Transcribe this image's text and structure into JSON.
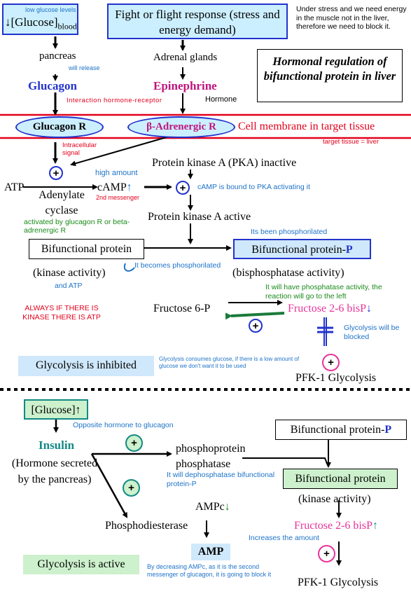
{
  "top": {
    "low_glucose_note": "low glucose levels",
    "glucose_blood": "↓[Glucose]",
    "glucose_sub": "blood",
    "fight_flight": "Fight or flight response (stress and energy demand)",
    "stress_note": "Under stress and we need energy in the muscle not in the liver, therefore we need to block it.",
    "title": "Hormonal regulation of bifunctional protein in liver",
    "pancreas": "pancreas",
    "will_release": "will release",
    "adrenal": "Adrenal glands",
    "glucagon": "Glucagon",
    "epinephrine": "Epinephrine",
    "hormone": "Hormone",
    "interaction": "Interaction hormone-receptor"
  },
  "membrane": {
    "glucagon_r": "Glucagon R",
    "beta_r": "β-Adrenergic R",
    "label": "Cell membrane in target tissue",
    "target_liver": "target tissue = liver"
  },
  "signal": {
    "intracellular": "Intracellular signal",
    "atp": "ATP",
    "adenylate": "Adenylate cyclase",
    "high_amount": "high amount",
    "camp": "cAMP",
    "camp_arrow": "↑",
    "second_msg": "2nd messenger",
    "activated_by": "activated by glucagon R or beta-adrenergic R",
    "pka_inactive": "Protein kinase A (PKA) inactive",
    "camp_bound": "cAMP is bound to PKA activating it",
    "pka_active": "Protein kinase A active",
    "its_been": "Its been phosphorilated"
  },
  "bifunctional": {
    "left_box": "Bifunctional protein",
    "right_box": "Bifunctional protein-",
    "p": "P",
    "kinase": "(kinase activity)",
    "becomes": "It becomes phosphorilated",
    "bisphosphatase": "(bisphosphatase activity)",
    "and_atp": "and ATP",
    "phosphatase_note": "It will have phosphatase activity, the reaction will go to the left",
    "always": "ALWAYS IF THERE IS KINASE THERE IS ATP",
    "fructose6p": "Fructose 6-P",
    "f26": "Fructose 2-6 bisP",
    "f26_arrow": "↓",
    "glyc_blocked": "Glycolysis will be blocked",
    "inhibited": "Glycolysis is inhibited",
    "consumes": "Glycolysis consumes glucose, if there is a low amount of glucose we don't want it to be used",
    "pfk": "PFK-1 Glycolysis"
  },
  "bottom": {
    "glucose_up": "[Glucose]↑",
    "opposite": "Opposite hormone to glucagon",
    "insulin": "Insulin",
    "hormone_secreted": "(Hormone secreted by the pancreas)",
    "phosphoprotein": "phosphoprotein phosphatase",
    "dephosphorylate": "It will dephosphatase bifunctional protein-P",
    "ampc": "AMPc",
    "ampc_arrow": "↓",
    "phosphodiesterase": "Phosphodiesterase",
    "amp": "AMP",
    "decreasing": "By decreasing AMPc, as it is the second messenger of glucagon, it is going to block it",
    "active": "Glycolysis is active",
    "bif_p": "Bifunctional protein-",
    "p": "P",
    "bif": "Bifunctional protein",
    "kinase": "(kinase activity)",
    "f26": "Fructose 2-6 bisP",
    "f26_arrow": "↑",
    "increases": "Increases the amount",
    "pfk": "PFK-1 Glycolysis"
  },
  "symbols": {
    "plus": "+"
  },
  "colors": {
    "arrow": "#000000",
    "membrane": "#e3001b",
    "receptor_fill": "#ccefff",
    "receptor_border": "#2233cc",
    "glucagon": "#2233cc",
    "epinephrine": "#c0147e",
    "insulin": "#138a86",
    "note_blue": "#1e73c8",
    "note_green": "#1a8a1a",
    "fructose_pink": "#e8339a",
    "inhibited_bg": "#cfe8fb",
    "active_bg": "#cdf0cd",
    "dashed": "#000000",
    "reverse_arrow": "#1a7a3a"
  }
}
